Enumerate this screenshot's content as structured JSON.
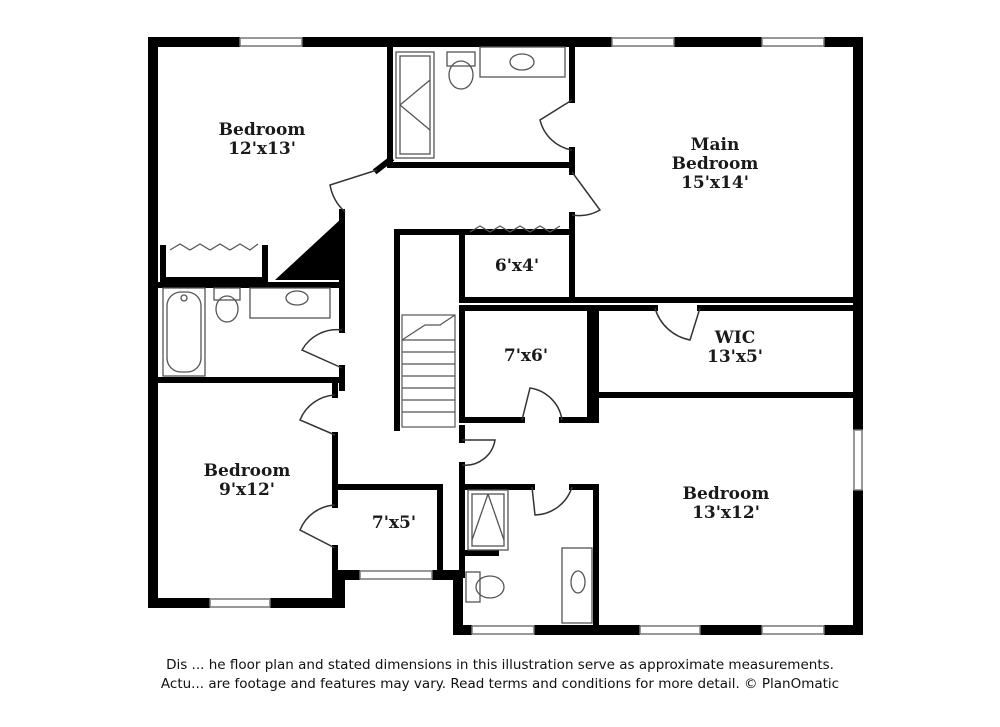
{
  "colors": {
    "wall": "#000000",
    "fixture": "#555555",
    "window": "#777777",
    "background": "#ffffff"
  },
  "rooms": {
    "bedroom_nw": {
      "name": "Bedroom",
      "size": "12'x13'"
    },
    "main_bedroom": {
      "name_line1": "Main",
      "name_line2": "Bedroom",
      "size": "15'x14'"
    },
    "closet_6x4": {
      "size": "6'x4'"
    },
    "room_7x6": {
      "size": "7'x6'"
    },
    "wic": {
      "name": "WIC",
      "size": "13'x5'"
    },
    "bedroom_sw": {
      "name": "Bedroom",
      "size": "9'x12'"
    },
    "room_7x5": {
      "size": "7'x5'"
    },
    "bedroom_se": {
      "name": "Bedroom",
      "size": "13'x12'"
    }
  },
  "disclaimer": {
    "line1": "Dis ... he floor plan and stated dimensions in this illustration serve as approximate measurements.",
    "line2": "Actu... are footage and features may vary. Read terms and conditions for more detail. © PlanOmatic"
  }
}
